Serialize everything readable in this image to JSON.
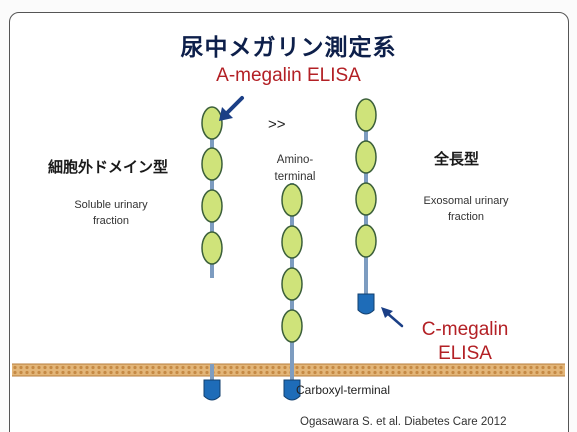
{
  "slide": {
    "title": "尿中メガリン測定系",
    "a_megalin_label": "A-megalin ELISA",
    "greater_than": ">>",
    "amino_terminal": "Amino-\nterminal",
    "left": {
      "title": "細胞外ドメイン型",
      "subtitle": "Soluble urinary\nfraction"
    },
    "right": {
      "title": "全長型",
      "subtitle": "Exosomal urinary\nfraction"
    },
    "c_megalin_label": "C-megalin\nELISA",
    "carboxyl_terminal": "Carboxyl-terminal",
    "citation": "Ogasawara S. et al. Diabetes Care 2012"
  },
  "colors": {
    "domain_fill": "#cfe37a",
    "domain_stroke": "#3b5f3a",
    "stalk": "#7d9cc0",
    "tail_fill": "#1e6cb8",
    "membrane": "#d9a869",
    "arrow": "#1b3f86",
    "elisa_label": "#b32025"
  },
  "icons": {
    "a_arrow": "arrow-down-left-icon",
    "c_arrow": "arrow-up-left-icon"
  }
}
